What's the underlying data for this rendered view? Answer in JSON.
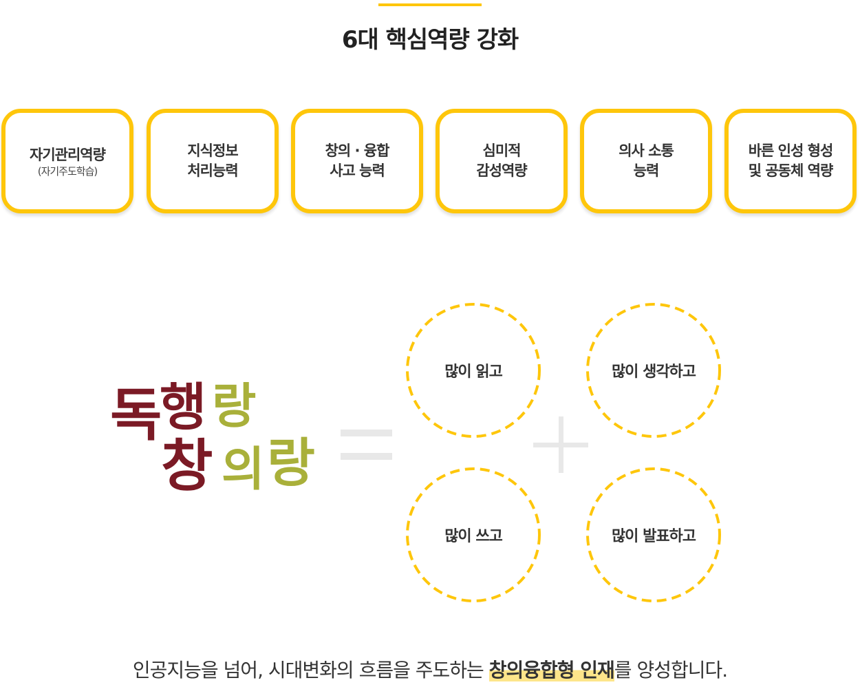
{
  "title": "6대 핵심역량 강화",
  "competencies": [
    {
      "line1": "자기관리역량",
      "sub": "(자기주도학습)"
    },
    {
      "line1": "지식정보",
      "line2": "처리능력"
    },
    {
      "line1": "창의 · 융합",
      "line2": "사고 능력"
    },
    {
      "line1": "심미적",
      "line2": "감성역량"
    },
    {
      "line1": "의사 소통",
      "line2": "능력"
    },
    {
      "line1": "바른 인성 형성",
      "line2": "및 공동체 역량"
    }
  ],
  "logo": {
    "chars": [
      "독",
      "행",
      "랑",
      "창",
      "의",
      "랑"
    ],
    "color_primary": "#7b1a25",
    "color_secondary": "#a9b03a"
  },
  "activities": [
    "많이 읽고",
    "많이 생각하고",
    "많이 쓰고",
    "많이 발표하고"
  ],
  "slogan": {
    "before": "인공지능을 넘어, 시대변화의 흐름을 주도하는 ",
    "highlight": "창의융합형 인재",
    "after": "를 양성합니다."
  },
  "colors": {
    "accent": "#fec60b",
    "symbol_gray": "#e8e8e8"
  }
}
